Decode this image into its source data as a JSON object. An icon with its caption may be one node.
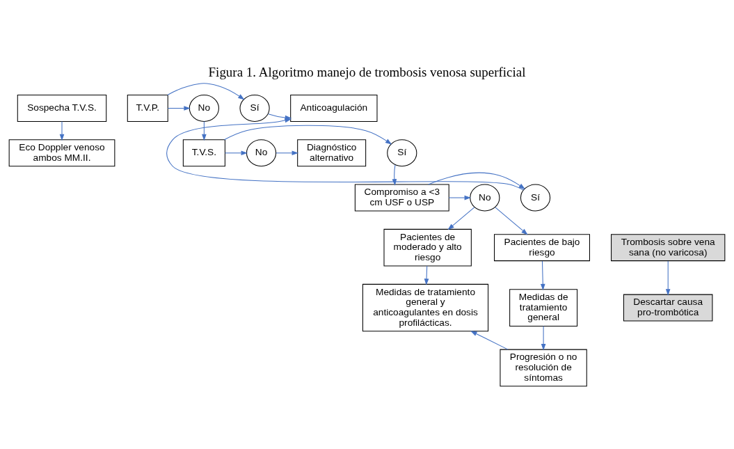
{
  "diagram": {
    "title": "Figura 1. Algoritmo manejo de trombosis venosa superficial",
    "nodes": [
      {
        "text": [
          "Sospecha T.V.S."
        ]
      },
      {
        "text": [
          "Eco Doppler venoso ambos MM.II."
        ]
      },
      {
        "text": [
          "T.V.P."
        ]
      },
      {
        "text": [
          "Sí"
        ]
      },
      {
        "text": [
          "No"
        ]
      },
      {
        "text": [
          "Anticoagulación"
        ]
      },
      {
        "text": [
          "T.V.S."
        ]
      },
      {
        "text": [
          "Sí"
        ]
      },
      {
        "text": [
          "No"
        ]
      },
      {
        "text": [
          "Diagnóstico alternativo"
        ]
      },
      {
        "text": [
          "Compromiso a <3 cm USF o USP"
        ]
      },
      {
        "text": [
          "Sí"
        ]
      },
      {
        "text": [
          "No"
        ]
      },
      {
        "text": [
          "Pacientes de moderado y alto riesgo"
        ]
      },
      {
        "text": [
          "Pacientes de bajo riesgo"
        ]
      },
      {
        "text": [
          "Medidas de tratamiento general y anticoagulantes en dosis profilácticas."
        ]
      },
      {
        "text": [
          "Medidas de tratamiento general"
        ]
      },
      {
        "text": [
          "Progresión o no resolución de síntomas"
        ]
      },
      {
        "text": [
          "Trombosis sobre vena sana (no varicosa)"
        ]
      },
      {
        "text": [
          "Descartar causa pro-trombótica"
        ]
      }
    ],
    "edges": [
      {
        "from": 0,
        "to": 1,
        "arrow": "to"
      },
      {
        "from": 2,
        "to": 3,
        "arrow": "to"
      },
      {
        "from": 3,
        "to": 5,
        "arrow": "to"
      },
      {
        "from": 2,
        "to": 4,
        "arrow": "to"
      },
      {
        "from": 4,
        "to": 6,
        "arrow": "to"
      },
      {
        "from": 6,
        "to": 7,
        "arrow": "to"
      },
      {
        "from": 6,
        "to": 8,
        "arrow": "to"
      },
      {
        "from": 8,
        "to": 9,
        "arrow": "to"
      },
      {
        "from": 7,
        "to": 10,
        "arrow": "to"
      },
      {
        "from": 10,
        "to": 11,
        "arrow": "to"
      },
      {
        "from": 11,
        "to": 5,
        "arrow": "to"
      },
      {
        "from": 10,
        "to": 12,
        "arrow": "to"
      },
      {
        "from": 12,
        "to": 13,
        "arrow": "to"
      },
      {
        "from": 12,
        "to": 14,
        "arrow": "to"
      },
      {
        "from": 13,
        "to": 15,
        "arrow": "to"
      },
      {
        "from": 14,
        "to": 16,
        "arrow": "to"
      },
      {
        "from": 16,
        "to": 17,
        "arrow": "to"
      },
      {
        "from": 17,
        "to": 15,
        "arrow": "to"
      },
      {
        "from": 18,
        "to": 19,
        "arrow": "to"
      }
    ]
  }
}
